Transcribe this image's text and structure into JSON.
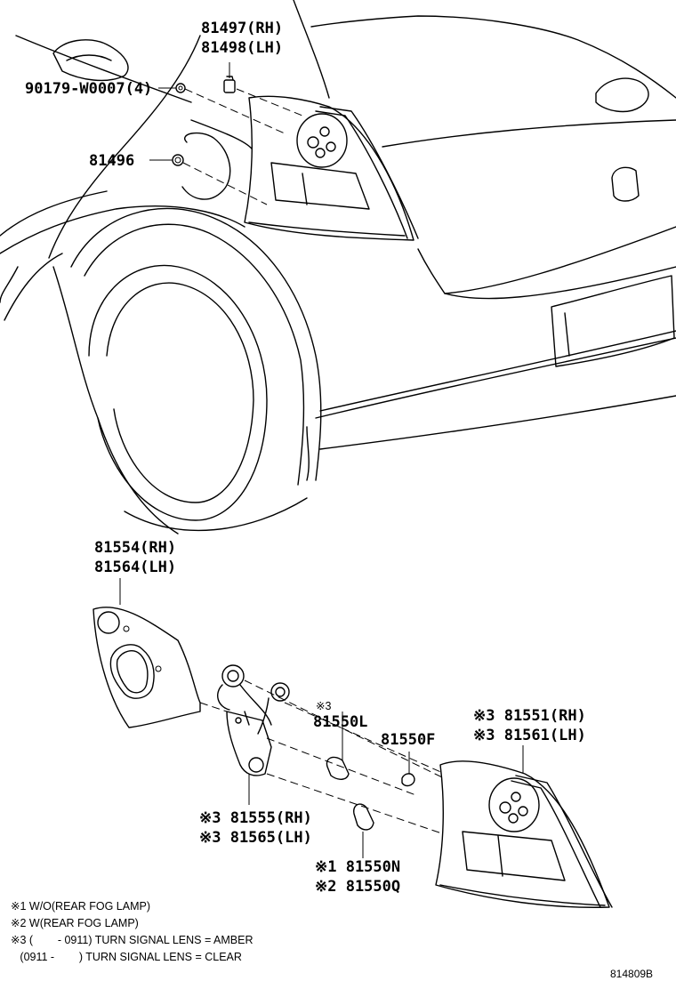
{
  "labels": {
    "l_81497": "81497(RH)",
    "l_81498": "81498(LH)",
    "l_90179": "90179-W0007(4)",
    "l_81496": "81496",
    "l_81554": "81554(RH)",
    "l_81564": "81564(LH)",
    "l_mark3_a": "※3",
    "l_81550L": "81550L",
    "l_81550F": "81550F",
    "l_81551": "※3 81551(RH)",
    "l_81561": "※3 81561(LH)",
    "l_81555": "※3 81555(RH)",
    "l_81565": "※3 81565(LH)",
    "l_81550N": "※1 81550N",
    "l_81550Q": "※2 81550Q"
  },
  "notes": [
    "※1 W/O(REAR FOG LAMP)",
    "※2 W(REAR FOG LAMP)",
    "※3 (        - 0911) TURN SIGNAL LENS = AMBER",
    "   (0911 -        ) TURN SIGNAL LENS = CLEAR"
  ],
  "page_number": "814809B"
}
